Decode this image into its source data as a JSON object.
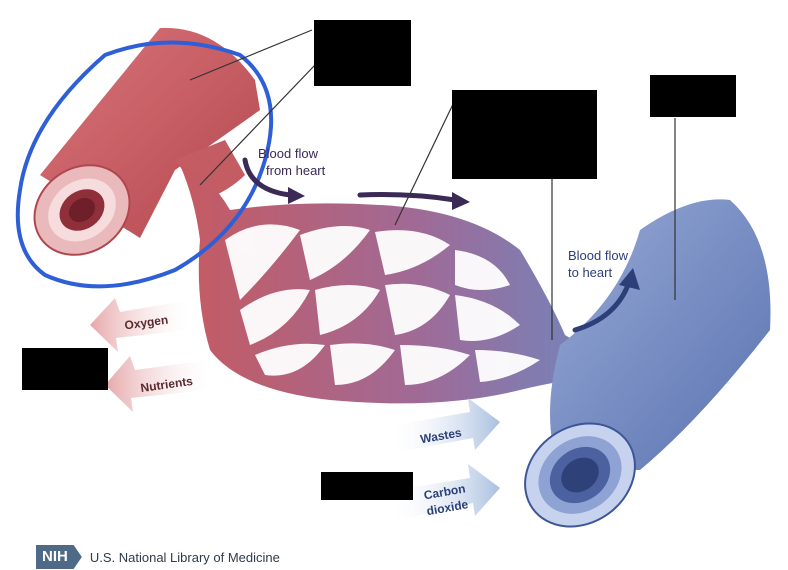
{
  "labels": {
    "flow_from_heart": [
      "Blood flow",
      "from heart"
    ],
    "flow_to_heart": [
      "Blood flow",
      "to heart"
    ],
    "oxygen": "Oxygen",
    "nutrients": "Nutrients",
    "wastes": "Wastes",
    "carbon_dioxide": [
      "Carbon",
      "dioxide"
    ]
  },
  "footer": {
    "badge": "NIH",
    "organization": "U.S. National Library of Medicine"
  },
  "colors": {
    "artery": "#c65a61",
    "vein": "#6f86bf",
    "highlight_circle": "#2f5fd6",
    "arrow_red": "#e6a7aa",
    "arrow_blue": "#a9bfe0",
    "flow_arrow": "#3b2a55"
  },
  "redacted_label_boxes": 5
}
